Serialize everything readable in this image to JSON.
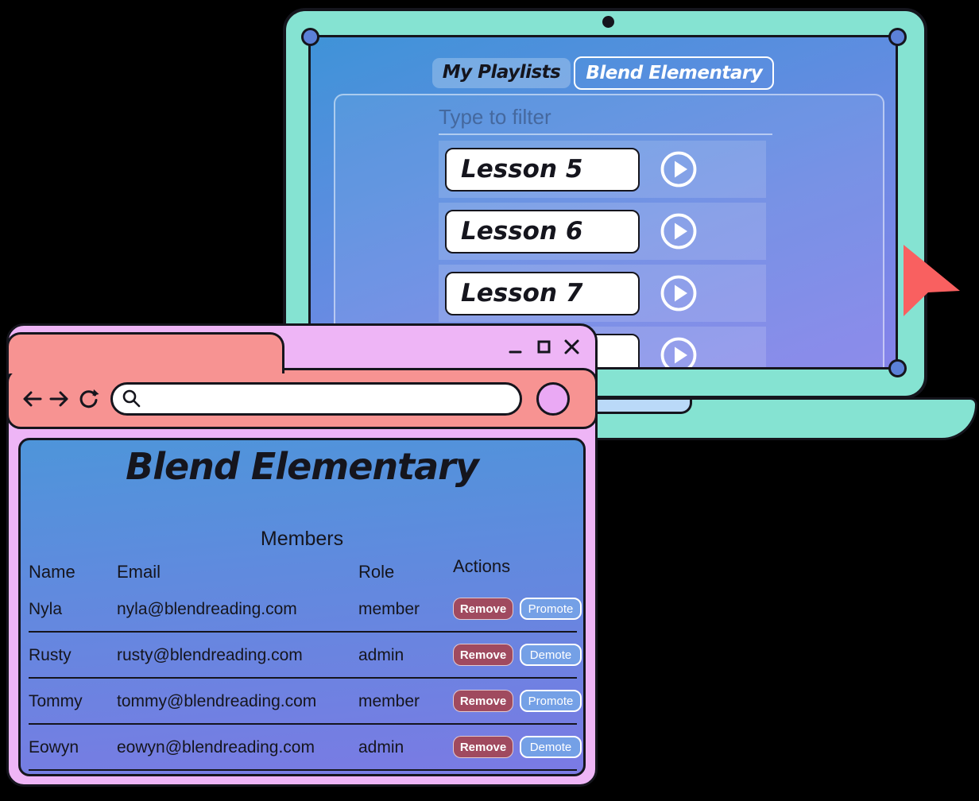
{
  "palette": {
    "background": "#000000",
    "laptop_teal": "#85e3d2",
    "screen_gradient_start": "#3f93d8",
    "screen_gradient_end": "#8583ea",
    "selection_handle_blue": "#5b80d8",
    "trackpad_notch_blue": "#bad9f8",
    "browser_violet": "#eeb5f6",
    "browser_salmon": "#f79392",
    "avatar_violet": "#eaa9f4",
    "content_gradient_start": "#4e95da",
    "content_gradient_end": "#7b7ae4",
    "remove_maroon": "#a04a5f",
    "promote_blue": "#74a0e6",
    "cursor_red": "#f96060"
  },
  "laptop": {
    "tabs": [
      {
        "label": "My Playlists",
        "active": false
      },
      {
        "label": "Blend Elementary",
        "active": true
      }
    ],
    "filter": {
      "placeholder": "Type to filter",
      "value": ""
    },
    "playlist": [
      {
        "label": "Lesson 5",
        "action_icon": "play-icon"
      },
      {
        "label": "Lesson 6",
        "action_icon": "play-icon"
      },
      {
        "label": "Lesson 7",
        "action_icon": "play-icon"
      },
      {
        "label": "",
        "action_icon": "play-icon"
      }
    ]
  },
  "cursor": {
    "icon": "cursor-arrow-icon"
  },
  "browser": {
    "window_controls": [
      {
        "name": "minimize-icon"
      },
      {
        "name": "maximize-icon"
      },
      {
        "name": "close-icon"
      }
    ],
    "toolbar": {
      "icons": [
        "back-icon",
        "forward-icon",
        "refresh-icon"
      ],
      "search": {
        "value": "",
        "icon": "search-icon"
      }
    },
    "page": {
      "title": "Blend Elementary",
      "section_heading": "Members",
      "members_table": {
        "headers": [
          "Name",
          "Email",
          "Role",
          "Actions"
        ],
        "rows": [
          {
            "name": "Nyla",
            "email": "nyla@blendreading.com",
            "role": "member",
            "actions": [
              "Remove",
              "Promote"
            ]
          },
          {
            "name": "Rusty",
            "email": "rusty@blendreading.com",
            "role": "admin",
            "actions": [
              "Remove",
              "Demote"
            ]
          },
          {
            "name": "Tommy",
            "email": "tommy@blendreading.com",
            "role": "member",
            "actions": [
              "Remove",
              "Promote"
            ]
          },
          {
            "name": "Eowyn",
            "email": "eowyn@blendreading.com",
            "role": "admin",
            "actions": [
              "Remove",
              "Demote"
            ]
          }
        ]
      }
    }
  }
}
